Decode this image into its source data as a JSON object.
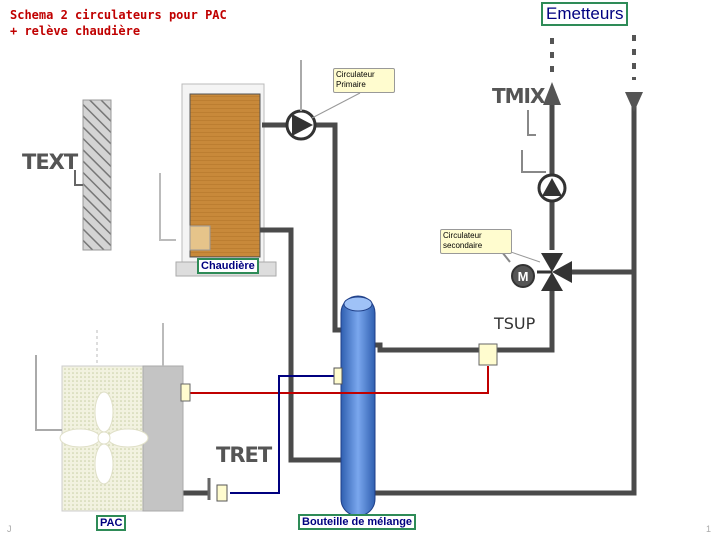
{
  "title": {
    "line1": "Schema 2 circulateurs pour PAC",
    "line2": "+ relève chaudière"
  },
  "labels": {
    "emetteurs": "Emetteurs",
    "chaudiere": "Chaudière",
    "pac": "PAC",
    "bouteille": "Bouteille de mélange",
    "tsup": "TSUP",
    "tmix": "TMIX",
    "text": "TEXT",
    "tret": "TRET"
  },
  "callouts": {
    "primaire_line1": "Circulateur",
    "primaire_line2": "Primaire",
    "secondaire_line1": "Circulateur",
    "secondaire_line2": "secondaire"
  },
  "motor_label": "M",
  "footer": {
    "left": "J",
    "right": "1"
  },
  "colors": {
    "title": "#c00000",
    "label_border": "#2e8b57",
    "pipe_grey": "#4a4a4a",
    "pipe_red": "#c00000",
    "pipe_blue": "#00007f",
    "bottle_blue": "#5b8fd8",
    "boiler_brown": "#c8893a",
    "callout_fill": "#fffccf"
  }
}
